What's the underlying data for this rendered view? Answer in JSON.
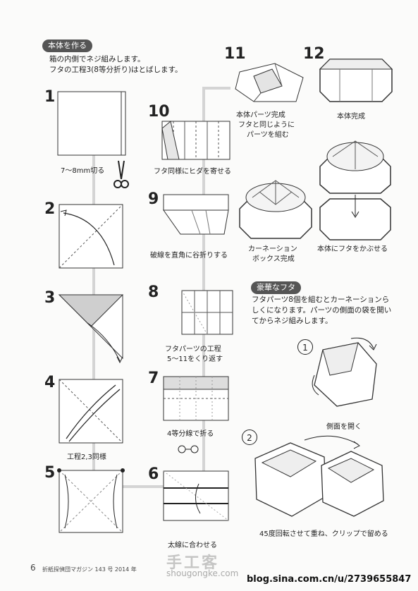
{
  "section1": {
    "title": "本体を作る",
    "intro_line1": "箱の内側でネジ組みします。",
    "intro_line2": "フタの工程3(8等分折り)はとばします。"
  },
  "steps": {
    "s1": {
      "num": "1",
      "caption": "7～8mm切る"
    },
    "s2": {
      "num": "2"
    },
    "s3": {
      "num": "3"
    },
    "s4": {
      "num": "4",
      "caption": "工程2,3同様"
    },
    "s5": {
      "num": "5"
    },
    "s6": {
      "num": "6",
      "caption": "太線に合わせる"
    },
    "s7": {
      "num": "7",
      "caption": "4等分線で折る"
    },
    "s8": {
      "num": "8",
      "caption1": "フタパーツの工程",
      "caption2": "5～11をくり返す"
    },
    "s9": {
      "num": "9",
      "caption": "破線を直角に谷折りする"
    },
    "s10": {
      "num": "10",
      "caption": "フタ同様にヒダを寄せる"
    },
    "s11": {
      "num": "11",
      "caption1": "本体パーツ完成",
      "caption2": "フタと同じように",
      "caption3": "パーツを組む"
    },
    "s12": {
      "num": "12",
      "caption": "本体完成"
    }
  },
  "results": {
    "carnation_caption1": "カーネーション",
    "carnation_caption2": "ボックス完成",
    "lid_caption": "本体にフタをかぶせる"
  },
  "section2": {
    "title": "豪華なフタ",
    "desc_line1": "フタパーツ8個を組むとカーネーションら",
    "desc_line2": "しくになります。パーツの側面の袋を開い",
    "desc_line3": "てからネジ組みします。",
    "step1_num": "1",
    "step1_caption": "側面を開く",
    "step2_num": "2",
    "step2_caption": "45度回転させて重ね、クリップで留める"
  },
  "footer": {
    "page_num": "6",
    "magazine": "折紙探偵団マガジン 143 号 2014 年"
  },
  "watermarks": {
    "mark1": "手工客",
    "mark2": "shougongke.com",
    "blog": "blog.sina.com.cn/u/2739655847"
  }
}
